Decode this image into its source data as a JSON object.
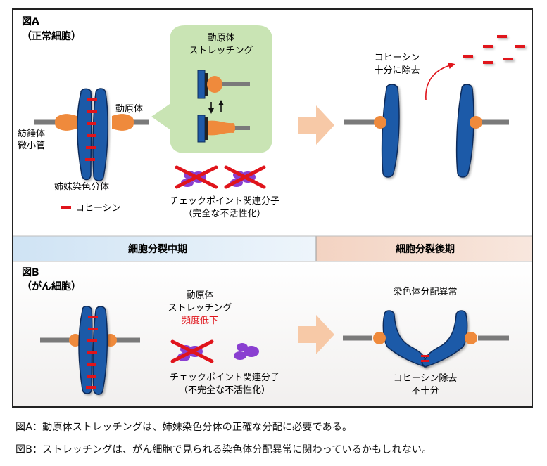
{
  "figure_a": {
    "label": "図A",
    "subtitle": "（正常細胞）",
    "kinetochore_label": "動原体",
    "microtubule_label_line1": "紡錘体",
    "microtubule_label_line2": "微小管",
    "chromatid_label": "姉妹染色分体",
    "cohesin_legend": "コヒーシン",
    "bubble_title_line1": "動原体",
    "bubble_title_line2": "ストレッチング",
    "checkpoint_line1": "チェックポイント関連分子",
    "checkpoint_line2": "（完全な不活性化）",
    "removal_line1": "コヒーシン",
    "removal_line2": "十分に除去"
  },
  "phase_bar": {
    "metaphase": "細胞分裂中期",
    "anaphase": "細胞分裂後期"
  },
  "figure_b": {
    "label": "図B",
    "subtitle": "（がん細胞）",
    "stretch_line1": "動原体",
    "stretch_line2": "ストレッチング",
    "stretch_line3": "頻度低下",
    "checkpoint_line1": "チェックポイント関連分子",
    "checkpoint_line2": "（不完全な不活性化）",
    "abnormal_label": "染色体分配異常",
    "cohesin_line1": "コヒーシン除去",
    "cohesin_line2": "不十分"
  },
  "captions": {
    "a": "図A：動原体ストレッチングは、姉妹染色分体の正確な分配に必要である。",
    "b": "図B：ストレッチングは、がん細胞で見られる染色体分配異常に関わっているかもしれない。"
  },
  "colors": {
    "chromosome": "#1f5aa8",
    "kinetochore": "#ef8a3c",
    "cohesin": "#e0141b",
    "microtubule": "#7a7a7a",
    "bubble": "#c9e4b4",
    "checkpoint_molecule": "#8a3fd1",
    "cross": "#e0141b",
    "process_arrow": "#f7c9a7",
    "emphasis_text": "#e0141b"
  }
}
